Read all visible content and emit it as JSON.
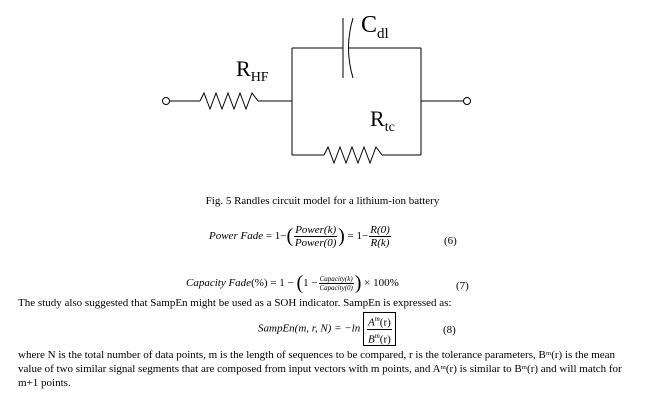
{
  "figure": {
    "labels": {
      "r_hf": "R",
      "r_hf_sub": "HF",
      "c_dl": "C",
      "c_dl_sub": "dl",
      "r_tc": "R",
      "r_tc_sub": "tc"
    },
    "caption": "Fig. 5 Randles circuit model for a lithium-ion battery"
  },
  "eq6": {
    "lhs": "Power Fade",
    "eq": "=",
    "one": "1",
    "minus": "−",
    "num1": "Power(k)",
    "den1": "Power(0)",
    "num2": "R(0)",
    "den2": "R(k)",
    "number": "(6)"
  },
  "eq7": {
    "lhs": "Capacity Fade",
    "unit": "(%)",
    "eq": "= 1 −",
    "inner": "1 −",
    "num": "Capacity(k)",
    "den": "Capacity(0)",
    "tail": "× 100%",
    "number": "(7)"
  },
  "para1": "The study also suggested that SampEn might be used as a SOH indicator. SampEn is expressed as:",
  "eq8": {
    "lhs": "SampEn(m, r, N) = −ln",
    "num": "A",
    "den": "B",
    "sup": "m",
    "arg": "(r)",
    "number": "(8)"
  },
  "para2": "where N is the total number of data points, m is the length of sequences to be compared, r is the tolerance parameters, Bᵐ(r) is the mean value of two similar signal segments that are composed from input vectors with m points, and Aᵐ(r) is similar to Bᵐ(r) and will match for m+1 points."
}
